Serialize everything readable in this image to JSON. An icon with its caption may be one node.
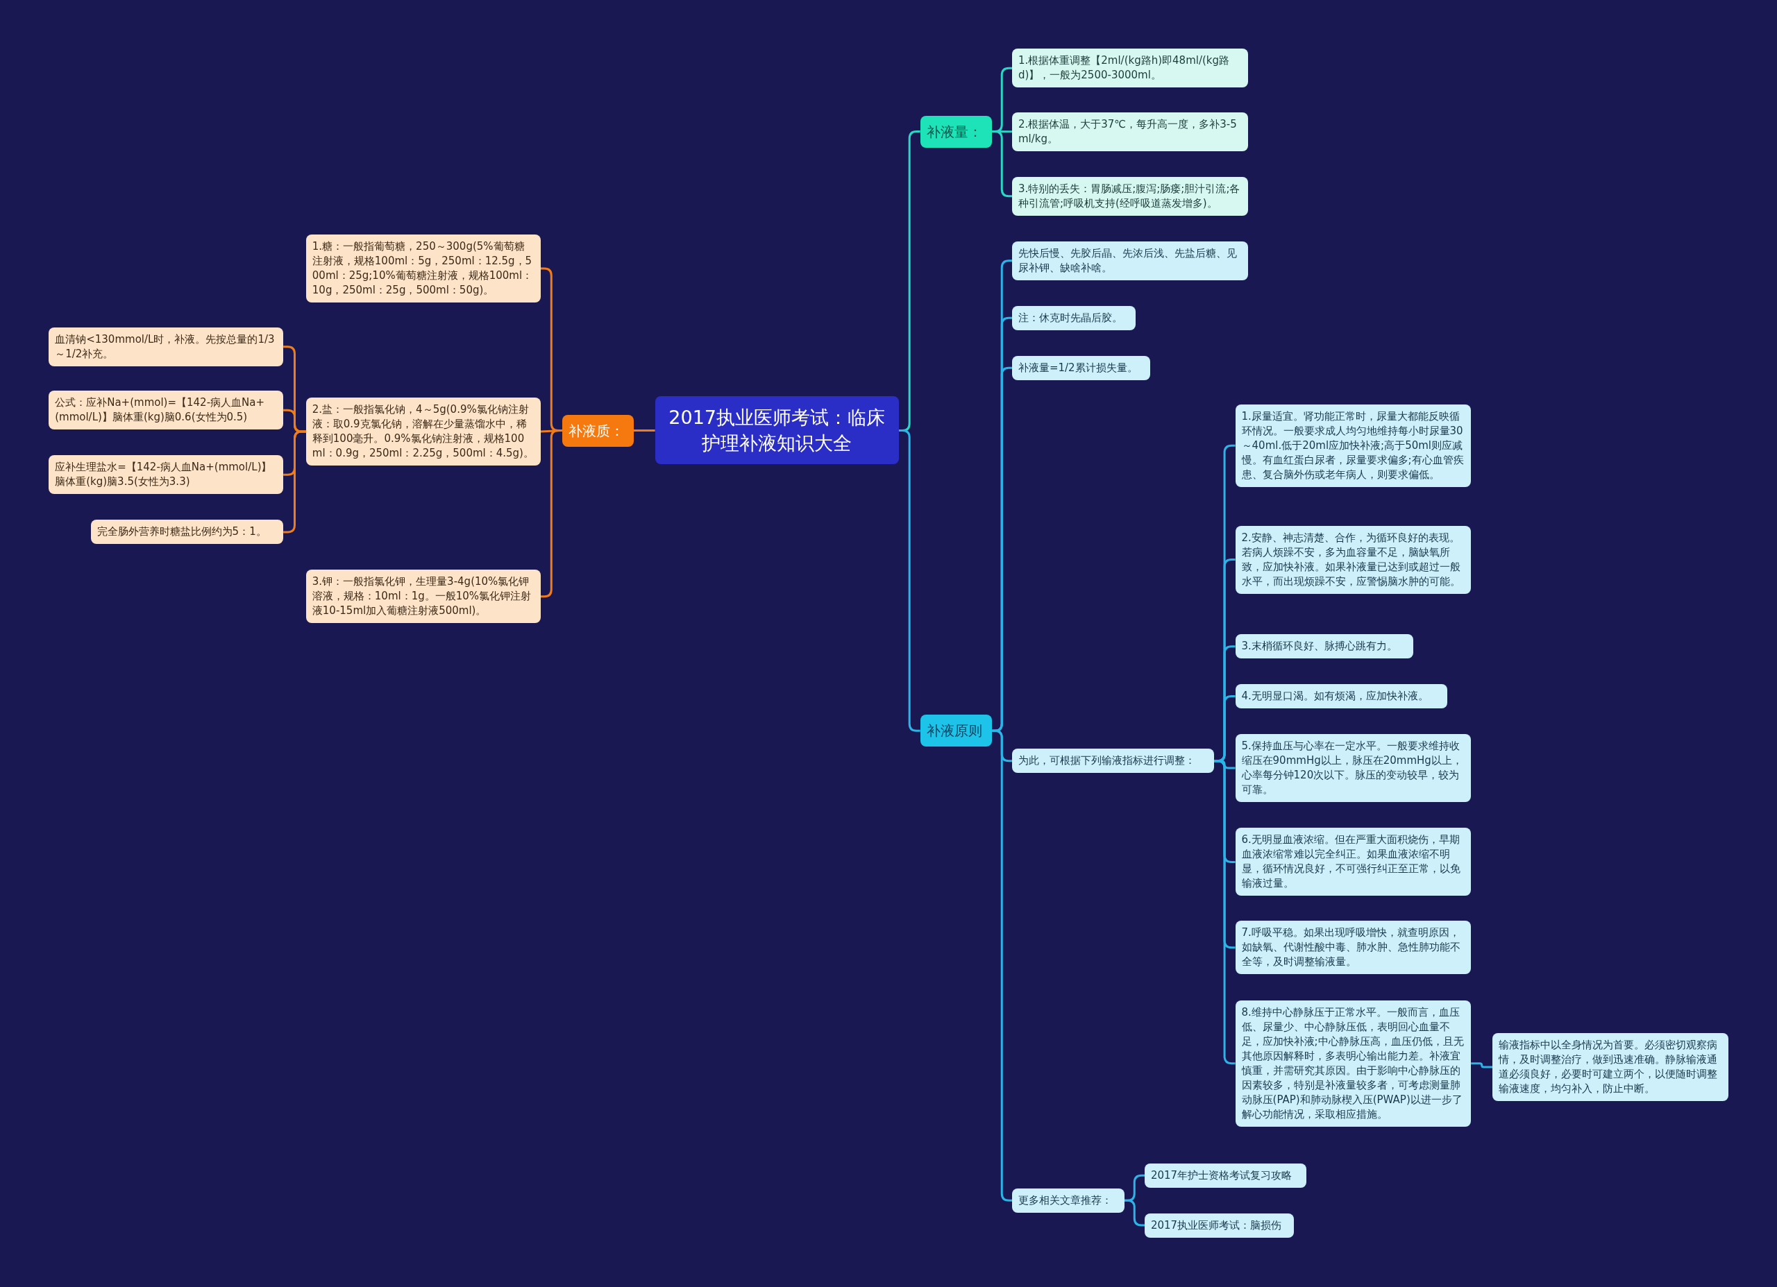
{
  "diagram": {
    "nodes": [
      {
        "text": [
          "2017执业医师考试：临床护理补液知识大全"
        ]
      },
      {
        "text": [
          "补液质："
        ]
      },
      {
        "text": [
          "1.糖：一般指葡萄糖，250～300g(5%葡萄糖注射液，规格100ml：5g，250ml：12.5g，500ml：25g;10%葡萄糖注射液，规格100ml：10g，250ml：25g，500ml：50g)。"
        ]
      },
      {
        "text": [
          "2.盐：一般指氯化钠，4～5g(0.9%氯化钠注射液：取0.9克氯化钠，溶解在少量蒸馏水中，稀释到100毫升。0.9%氯化钠注射液，规格100ml：0.9g，250ml：2.25g，500ml：4.5g)。"
        ]
      },
      {
        "text": [
          "3.钾：一般指氯化钾，生理量3-4g(10%氯化钾溶液，规格：10ml：1g。一般10%氯化钾注射液10-15ml加入葡糖注射液500ml)。"
        ]
      },
      {
        "text": [
          "血清钠<130mmol/L时，补液。先按总量的1/3～1/2补充。"
        ]
      },
      {
        "text": [
          "公式：应补Na+(mmol)=【142-病人血Na+(mmol/L)】脑体重(kg)脑0.6(女性为0.5)"
        ]
      },
      {
        "text": [
          "应补生理盐水=【142-病人血Na+(mmol/L)】脑体重(kg)脑3.5(女性为3.3)"
        ]
      },
      {
        "text": [
          "完全肠外营养时糖盐比例约为5：1。"
        ]
      },
      {
        "text": [
          "补液量："
        ]
      },
      {
        "text": [
          "1.根据体重调整【2ml/(kg路h)即48ml/(kg路d)】，一般为2500-3000ml。"
        ]
      },
      {
        "text": [
          "2.根据体温，大于37℃，每升高一度，多补3-5ml/kg。"
        ]
      },
      {
        "text": [
          "3.特别的丢失：胃肠减压;腹泻;肠瘘;胆汁引流;各种引流管;呼吸机支持(经呼吸道蒸发增多)。"
        ]
      },
      {
        "text": [
          "补液原则"
        ]
      },
      {
        "text": [
          "先快后慢、先胶后晶、先浓后浅、先盐后糖、见尿补钾、缺啥补啥。"
        ]
      },
      {
        "text": [
          "注：休克时先晶后胶。"
        ]
      },
      {
        "text": [
          "补液量=1/2累计损失量。"
        ]
      },
      {
        "text": [
          "为此，可根据下列输液指标进行调整："
        ]
      },
      {
        "text": [
          "1.尿量适宜。肾功能正常时，尿量大都能反映循环情况。一般要求成人均匀地维持每小时尿量30～40ml.低于20ml应加快补液;高于50ml则应减慢。有血红蛋白尿者，尿量要求偏多;有心血管疾患、复合脑外伤或老年病人，则要求偏低。"
        ]
      },
      {
        "text": [
          "2.安静、神志清楚、合作，为循环良好的表现。若病人烦躁不安，多为血容量不足，脑缺氧所致，应加快补液。如果补液量已达到或超过一般水平，而出现烦躁不安，应警惕脑水肿的可能。"
        ]
      },
      {
        "text": [
          "3.末梢循环良好、脉搏心跳有力。"
        ]
      },
      {
        "text": [
          "4.无明显口渴。如有烦渴，应加快补液。"
        ]
      },
      {
        "text": [
          "5.保持血压与心率在一定水平。一般要求维持收缩压在90mmHg以上，脉压在20mmHg以上，心率每分钟120次以下。脉压的变动较早，较为可靠。"
        ]
      },
      {
        "text": [
          "6.无明显血液浓缩。但在严重大面积烧伤，早期血液浓缩常难以完全纠正。如果血液浓缩不明显，循环情况良好，不可强行纠正至正常，以免输液过量。"
        ]
      },
      {
        "text": [
          "7.呼吸平稳。如果出现呼吸增快，就查明原因，如缺氧、代谢性酸中毒、肺水肿、急性肺功能不全等，及时调整输液量。"
        ]
      },
      {
        "text": [
          "8.维持中心静脉压于正常水平。一般而言，血压低、尿量少、中心静脉压低，表明回心血量不足，应加快补液;中心静脉压高，血压仍低，且无其他原因解释时，多表明心输出能力差。补液宜慎重，并需研究其原因。由于影响中心静脉压的因素较多，特别是补液量较多者，可考虑测量肺动脉压(PAP)和肺动脉楔入压(PWAP)以进一步了解心功能情况，采取相应措施。"
        ]
      },
      {
        "text": [
          "输液指标中以全身情况为首要。必须密切观察病情，及时调整治疗，做到迅速准确。静脉输液通道必须良好，必要时可建立两个，以便随时调整输液速度，均匀补入，防止中断。"
        ]
      },
      {
        "text": [
          "更多相关文章推荐："
        ]
      },
      {
        "text": [
          "2017年护士资格考试复习攻略"
        ]
      },
      {
        "text": [
          "2017执业医师考试：脑损伤"
        ]
      }
    ],
    "edges": [
      {
        "from": 0,
        "to": 1,
        "arrow": "none",
        "color": "#f07d1a"
      },
      {
        "from": 1,
        "to": 2,
        "arrow": "none",
        "color": "#f07d1a"
      },
      {
        "from": 1,
        "to": 3,
        "arrow": "none",
        "color": "#f07d1a"
      },
      {
        "from": 1,
        "to": 4,
        "arrow": "none",
        "color": "#f07d1a"
      },
      {
        "from": 3,
        "to": 5,
        "arrow": "none",
        "color": "#f07d1a"
      },
      {
        "from": 3,
        "to": 6,
        "arrow": "none",
        "color": "#f07d1a"
      },
      {
        "from": 3,
        "to": 7,
        "arrow": "none",
        "color": "#f07d1a"
      },
      {
        "from": 3,
        "to": 8,
        "arrow": "none",
        "color": "#f07d1a"
      },
      {
        "from": 0,
        "to": 9,
        "arrow": "none",
        "color": "#2ad6c4"
      },
      {
        "from": 9,
        "to": 10,
        "arrow": "none",
        "color": "#2ad6c4"
      },
      {
        "from": 9,
        "to": 11,
        "arrow": "none",
        "color": "#2ad6c4"
      },
      {
        "from": 9,
        "to": 12,
        "arrow": "none",
        "color": "#2ad6c4"
      },
      {
        "from": 0,
        "to": 13,
        "arrow": "none"
      },
      {
        "from": 13,
        "to": 14,
        "arrow": "none"
      },
      {
        "from": 13,
        "to": 15,
        "arrow": "none"
      },
      {
        "from": 13,
        "to": 16,
        "arrow": "none"
      },
      {
        "from": 13,
        "to": 17,
        "arrow": "none"
      },
      {
        "from": 17,
        "to": 18,
        "arrow": "none"
      },
      {
        "from": 17,
        "to": 19,
        "arrow": "none"
      },
      {
        "from": 17,
        "to": 20,
        "arrow": "none"
      },
      {
        "from": 17,
        "to": 21,
        "arrow": "none"
      },
      {
        "from": 17,
        "to": 22,
        "arrow": "none"
      },
      {
        "from": 17,
        "to": 23,
        "arrow": "none"
      },
      {
        "from": 17,
        "to": 24,
        "arrow": "none"
      },
      {
        "from": 17,
        "to": 25,
        "arrow": "none"
      },
      {
        "from": 25,
        "to": 26,
        "arrow": "none"
      },
      {
        "from": 13,
        "to": 27,
        "arrow": "none"
      },
      {
        "from": 27,
        "to": 28,
        "arrow": "none"
      },
      {
        "from": 27,
        "to": 29,
        "arrow": "none"
      }
    ]
  }
}
